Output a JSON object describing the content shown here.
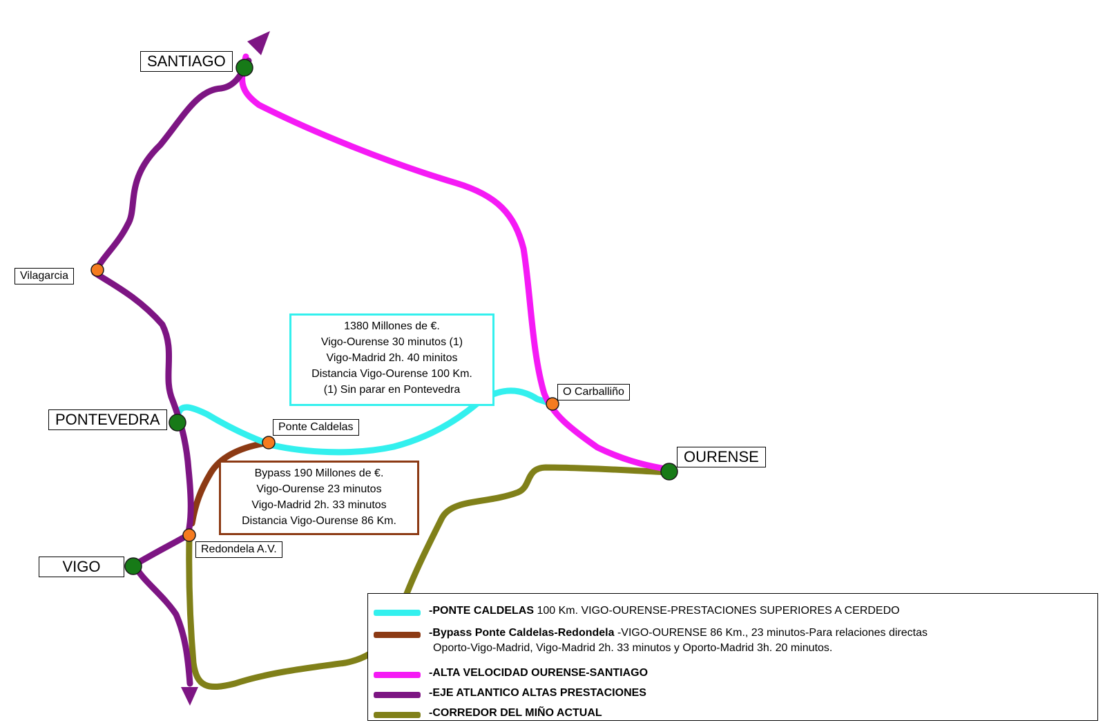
{
  "colors": {
    "ponte_caldelas": "#33f0ee",
    "bypass": "#8c3a14",
    "alta_velocidad": "#f51af5",
    "eje_atlantico": "#7d1583",
    "corredor_mino": "#808019",
    "station_main": "#177a17",
    "station_minor": "#f57b20"
  },
  "cities": {
    "santiago": "SANTIAGO",
    "pontevedra": "PONTEVEDRA",
    "vigo": "VIGO",
    "ourense": "OURENSE",
    "vilagarcia": "Vilagarcia",
    "ponte_caldelas": "Ponte Caldelas",
    "o_carballino": "O Carballiño",
    "redondela": "Redondela A.V."
  },
  "info_ponte_caldelas": [
    "1380 Millones de €.",
    "Vigo-Ourense 30 minutos (1)",
    "Vigo-Madrid 2h. 40 minitos",
    "Distancia Vigo-Ourense 100 Km.",
    "(1) Sin parar en Pontevedra"
  ],
  "info_bypass": [
    "Bypass 190 Millones de €.",
    "Vigo-Ourense 23 minutos",
    "Vigo-Madrid 2h. 33 minutos",
    "Distancia Vigo-Ourense 86 Km."
  ],
  "legend": [
    {
      "key": "ponte_caldelas",
      "bold": "-PONTE CALDELAS",
      "rest": " 100 Km. VIGO-OURENSE-PRESTACIONES SUPERIORES A CERDEDO",
      "line2": ""
    },
    {
      "key": "bypass",
      "bold": "-Bypass Ponte Caldelas-Redondela",
      "rest": " -VIGO-OURENSE 86 Km., 23 minutos-Para relaciones directas",
      "line2": "Oporto-Vigo-Madrid, Vigo-Madrid 2h. 33 minutos y Oporto-Madrid 3h. 20 minutos."
    },
    {
      "key": "alta_velocidad",
      "bold": "-ALTA VELOCIDAD OURENSE-SANTIAGO",
      "rest": "",
      "line2": ""
    },
    {
      "key": "eje_atlantico",
      "bold": "-EJE ATLANTICO ALTAS PRESTACIONES",
      "rest": "",
      "line2": ""
    },
    {
      "key": "corredor_mino",
      "bold": "-CORREDOR DEL MIÑO ACTUAL",
      "rest": "",
      "line2": ""
    }
  ]
}
